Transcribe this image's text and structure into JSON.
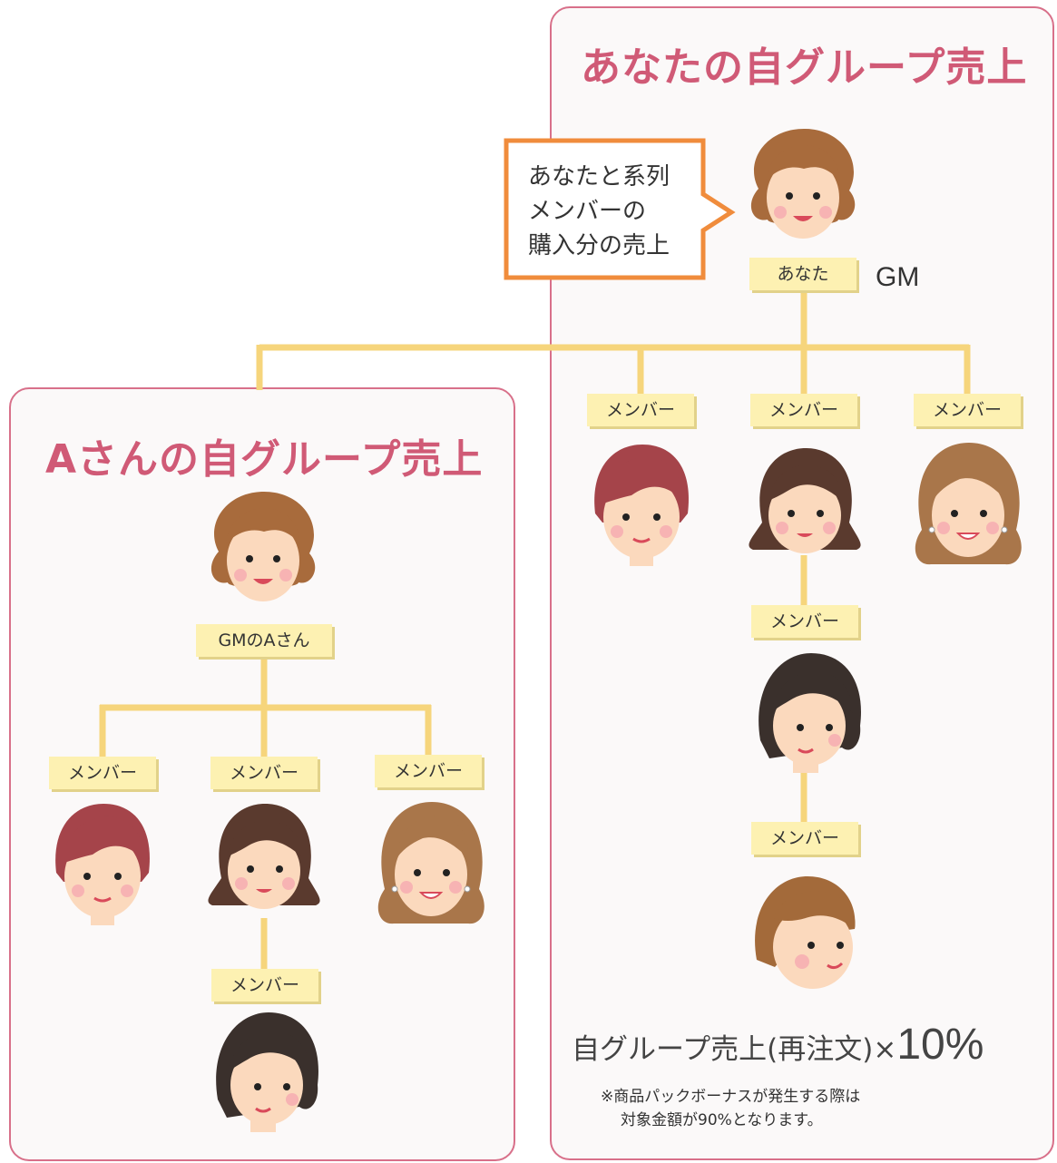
{
  "panels": {
    "own": {
      "title": "あなたの自グループ売上"
    },
    "a_san": {
      "title": "Aさんの自グループ売上"
    }
  },
  "callout": {
    "lines": [
      "あなたと系列",
      "メンバーの",
      "購入分の売上"
    ]
  },
  "labels": {
    "you": "あなた",
    "gm": "GM",
    "member": "メンバー",
    "gm_a": "GMのAさん"
  },
  "formula": {
    "text": "自グループ売上(再注文)×",
    "percent": "10%"
  },
  "note": {
    "lines": [
      "※商品パックボーナスが発生する際は",
      "対象金額が90%となります。"
    ]
  },
  "colors": {
    "panel_border": "#d8708a",
    "title": "#d05a76",
    "connector": "#f6d57c",
    "tag_bg": "#fdf1b2",
    "callout_border": "#f08c3c"
  },
  "icons": [
    "woman-face-icon"
  ]
}
